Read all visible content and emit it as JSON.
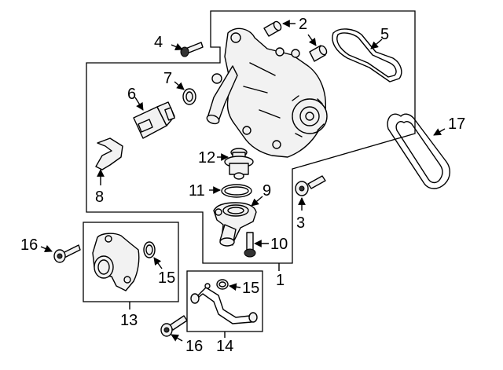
{
  "diagram": {
    "callouts": [
      {
        "id": "c1",
        "text": "1"
      },
      {
        "id": "c2",
        "text": "2"
      },
      {
        "id": "c3",
        "text": "3"
      },
      {
        "id": "c4",
        "text": "4"
      },
      {
        "id": "c5",
        "text": "5"
      },
      {
        "id": "c6",
        "text": "6"
      },
      {
        "id": "c7",
        "text": "7"
      },
      {
        "id": "c8",
        "text": "8"
      },
      {
        "id": "c9",
        "text": "9"
      },
      {
        "id": "c10",
        "text": "10"
      },
      {
        "id": "c11",
        "text": "11"
      },
      {
        "id": "c12",
        "text": "12"
      },
      {
        "id": "c13",
        "text": "13"
      },
      {
        "id": "c14",
        "text": "14"
      },
      {
        "id": "c15a",
        "text": "15"
      },
      {
        "id": "c15b",
        "text": "15"
      },
      {
        "id": "c16a",
        "text": "16"
      },
      {
        "id": "c16b",
        "text": "16"
      },
      {
        "id": "c17",
        "text": "17"
      }
    ],
    "colors": {
      "line": "#000000",
      "fill": "#f2f2f2",
      "background": "#ffffff"
    }
  }
}
